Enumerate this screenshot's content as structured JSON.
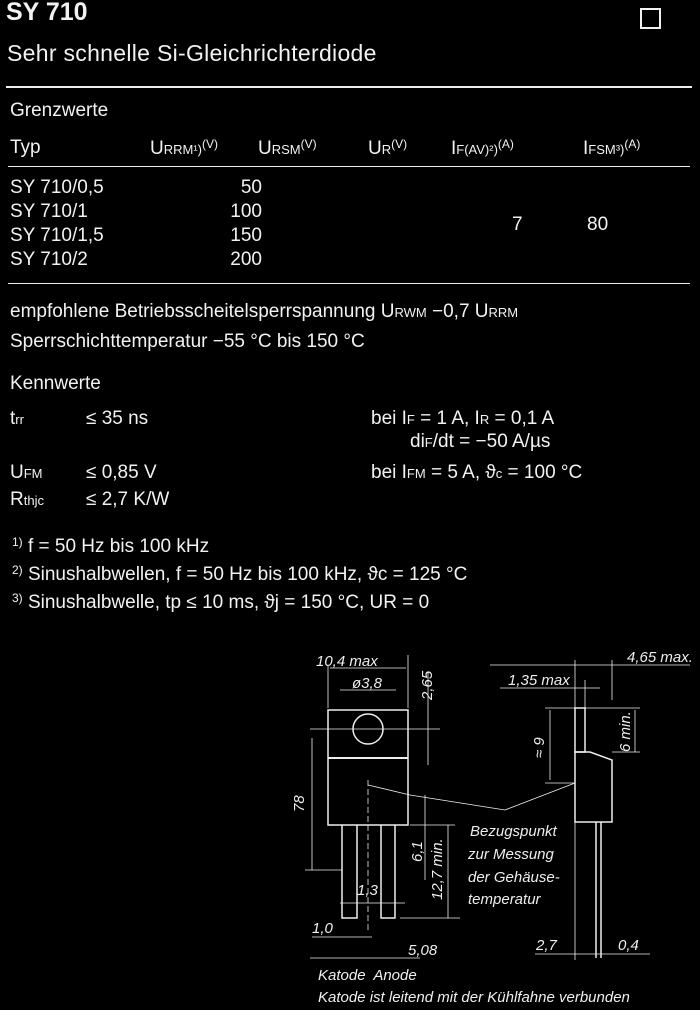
{
  "header": {
    "title": "SY 710",
    "subtitle": "Sehr schnelle Si-Gleichrichterdiode"
  },
  "grenzwerte": {
    "heading": "Grenzwerte",
    "columns": [
      {
        "main": "Typ",
        "sub": "",
        "sup": ""
      },
      {
        "main": "U",
        "sub": "RRM¹)",
        "sup": "(V)"
      },
      {
        "main": "U",
        "sub": "RSM",
        "sup": "(V)"
      },
      {
        "main": "U",
        "sub": "R",
        "sup": "(V)"
      },
      {
        "main": "I",
        "sub": "F(AV)²)",
        "sup": "(A)"
      },
      {
        "main": "I",
        "sub": "FSM³)",
        "sup": "(A)"
      }
    ],
    "rows": [
      {
        "typ": "SY 710/0,5",
        "urrm": "50"
      },
      {
        "typ": "SY 710/1",
        "urrm": "100"
      },
      {
        "typ": "SY 710/1,5",
        "urrm": "150"
      },
      {
        "typ": "SY 710/2",
        "urrm": "200"
      }
    ],
    "if_av": "7",
    "ifsm": "80"
  },
  "notes": {
    "line1": "empfohlene Betriebsscheitelsperrspannung U",
    "line1_sub1": "RWM",
    "line1_mid": " −0,7 U",
    "line1_sub2": "RRM",
    "line2": "Sperrschichttemperatur −55 °C bis 150 °C"
  },
  "kennwerte": {
    "heading": "Kennwerte",
    "trr": {
      "sym": "t",
      "sub": "rr",
      "value": "≤ 35 ns",
      "cond1": "bei I",
      "cond1_sub": "F",
      "cond1_b": " = 1 A, I",
      "cond1_sub2": "R",
      "cond1_c": " = 0,1 A",
      "cond2": "di",
      "cond2_sub": "F",
      "cond2_b": "/dt = −50 A/µs"
    },
    "ufm": {
      "sym": "U",
      "sub": "FM",
      "value": "≤ 0,85 V",
      "cond": "bei I",
      "cond_sub": "FM",
      "cond_b": " = 5 A, ϑ",
      "cond_sub2": "c",
      "cond_c": " = 100 °C"
    },
    "rthjc": {
      "sym": "R",
      "sub": "thjc",
      "value": "≤ 2,7 K/W"
    }
  },
  "footnotes": [
    {
      "mark": "1)",
      "text": "f = 50 Hz bis 100 kHz"
    },
    {
      "mark": "2)",
      "text": "Sinushalbwellen, f = 50 Hz bis 100 kHz, ϑc = 125 °C"
    },
    {
      "mark": "3)",
      "text": "Sinushalbwelle, tp ≤ 10 ms, ϑj = 150 °C, UR = 0"
    }
  ],
  "drawing": {
    "dim_width": "10,4 max",
    "dim_hole": "ø3,8",
    "dim_hole_top": "2,65",
    "dim_height": "78",
    "dim_lead_shoulder": "6,1",
    "dim_lead_len": "12,7 min.",
    "dim_lead_wide": "1,3",
    "dim_lead_width": "1,0",
    "dim_pitch": "5,08",
    "pin_labels": "Katode  Anode",
    "pin_note": "Katode ist leitend mit der Kühlfahne verbunden",
    "ref_point": [
      "Bezugspunkt",
      "zur Messung",
      "der Gehäuse-",
      "temperatur"
    ],
    "dim_depth": "4,65 max.",
    "dim_tab": "1,35 max",
    "dim_approx9": "≈ 9",
    "dim_6min": "6 min.",
    "dim_27": "2,7",
    "dim_04": "0,4"
  }
}
